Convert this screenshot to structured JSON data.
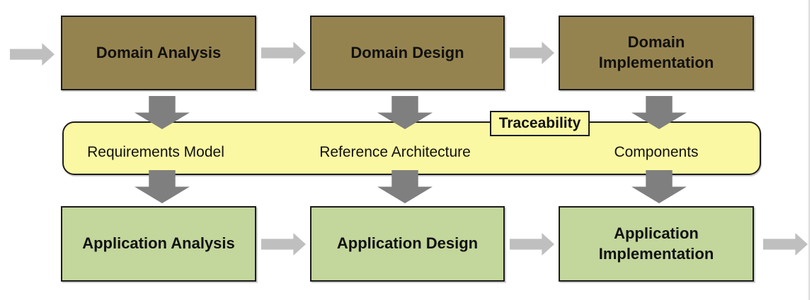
{
  "colors": {
    "domain_box_fill": "#95834F",
    "application_box_fill": "#C3D69B",
    "band_fill": "#FBF8A3",
    "box_border": "#1C1C1C",
    "vertical_arrow_gray": "#7F7F7F",
    "horizontal_arrow_gray": "#BFBFBF",
    "page_edge_line": "#DCDCDC"
  },
  "top_row": {
    "boxes": [
      {
        "id": "domain-analysis",
        "label": "Domain Analysis"
      },
      {
        "id": "domain-design",
        "label": "Domain Design"
      },
      {
        "id": "domain-implementation",
        "label": "Domain\nImplementation"
      }
    ]
  },
  "middle_band": {
    "artifacts": [
      {
        "id": "requirements-model",
        "label": "Requirements Model"
      },
      {
        "id": "reference-architecture",
        "label": "Reference Architecture"
      },
      {
        "id": "components",
        "label": "Components"
      }
    ],
    "tag": {
      "label": "Traceability"
    }
  },
  "bottom_row": {
    "boxes": [
      {
        "id": "application-analysis",
        "label": "Application Analysis"
      },
      {
        "id": "application-design",
        "label": "Application Design"
      },
      {
        "id": "application-implementation",
        "label": "Application\nImplementation"
      }
    ]
  }
}
